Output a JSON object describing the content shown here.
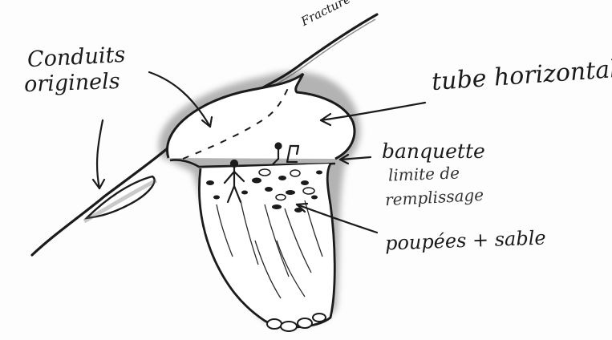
{
  "labels": {
    "conduits_line1": "Conduits",
    "conduits_line2": "originels",
    "fracture": "Fracture",
    "tube": "tube horizontal",
    "banquette": "banquette",
    "limite_line1": "limite de",
    "limite_line2": "remplissage",
    "poupees": "poupées + sable"
  }
}
